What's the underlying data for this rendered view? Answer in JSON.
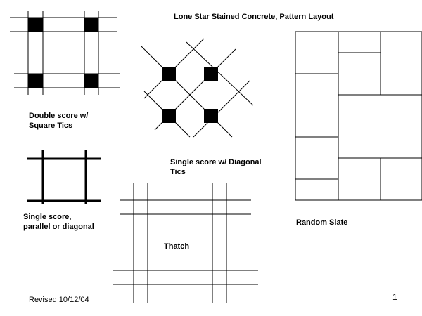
{
  "title": "Lone Star Stained Concrete, Pattern Layout",
  "patterns": {
    "double_square": "Double score w/\nSquare Tics",
    "single_diagonal": "Single score w/ Diagonal\nTics",
    "single_parallel": "Single score,\nparallel or diagonal",
    "thatch": "Thatch",
    "random_slate": "Random Slate"
  },
  "footer": {
    "revised": "Revised 10/12/04",
    "page_number": "1"
  }
}
